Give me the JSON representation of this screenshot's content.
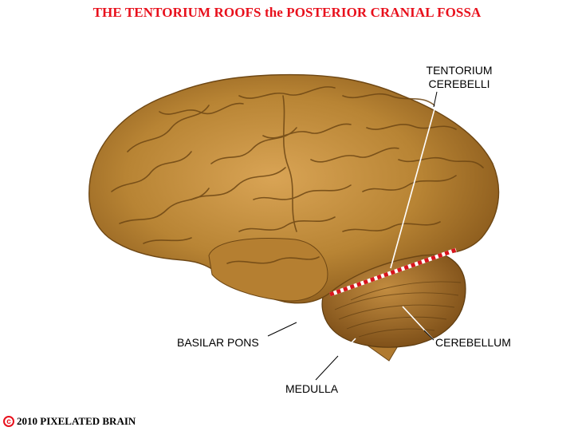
{
  "title": "THE TENTORIUM ROOFS the POSTERIOR CRANIAL FOSSA",
  "labels": {
    "tentorium_line1": "TENTORIUM",
    "tentorium_line2": "CEREBELLI",
    "basilar_pons": "BASILAR PONS",
    "cerebellum": "CEREBELLUM",
    "medulla": "MEDULLA"
  },
  "copyright": {
    "symbol": "c",
    "text": "2010  PIXELATED BRAIN"
  },
  "colors": {
    "title": "#e8101c",
    "brain": "#b88434",
    "brain_dark": "#6e4714",
    "tentorium_dash_red": "#d8141c",
    "tentorium_dash_white": "#ffffff"
  }
}
